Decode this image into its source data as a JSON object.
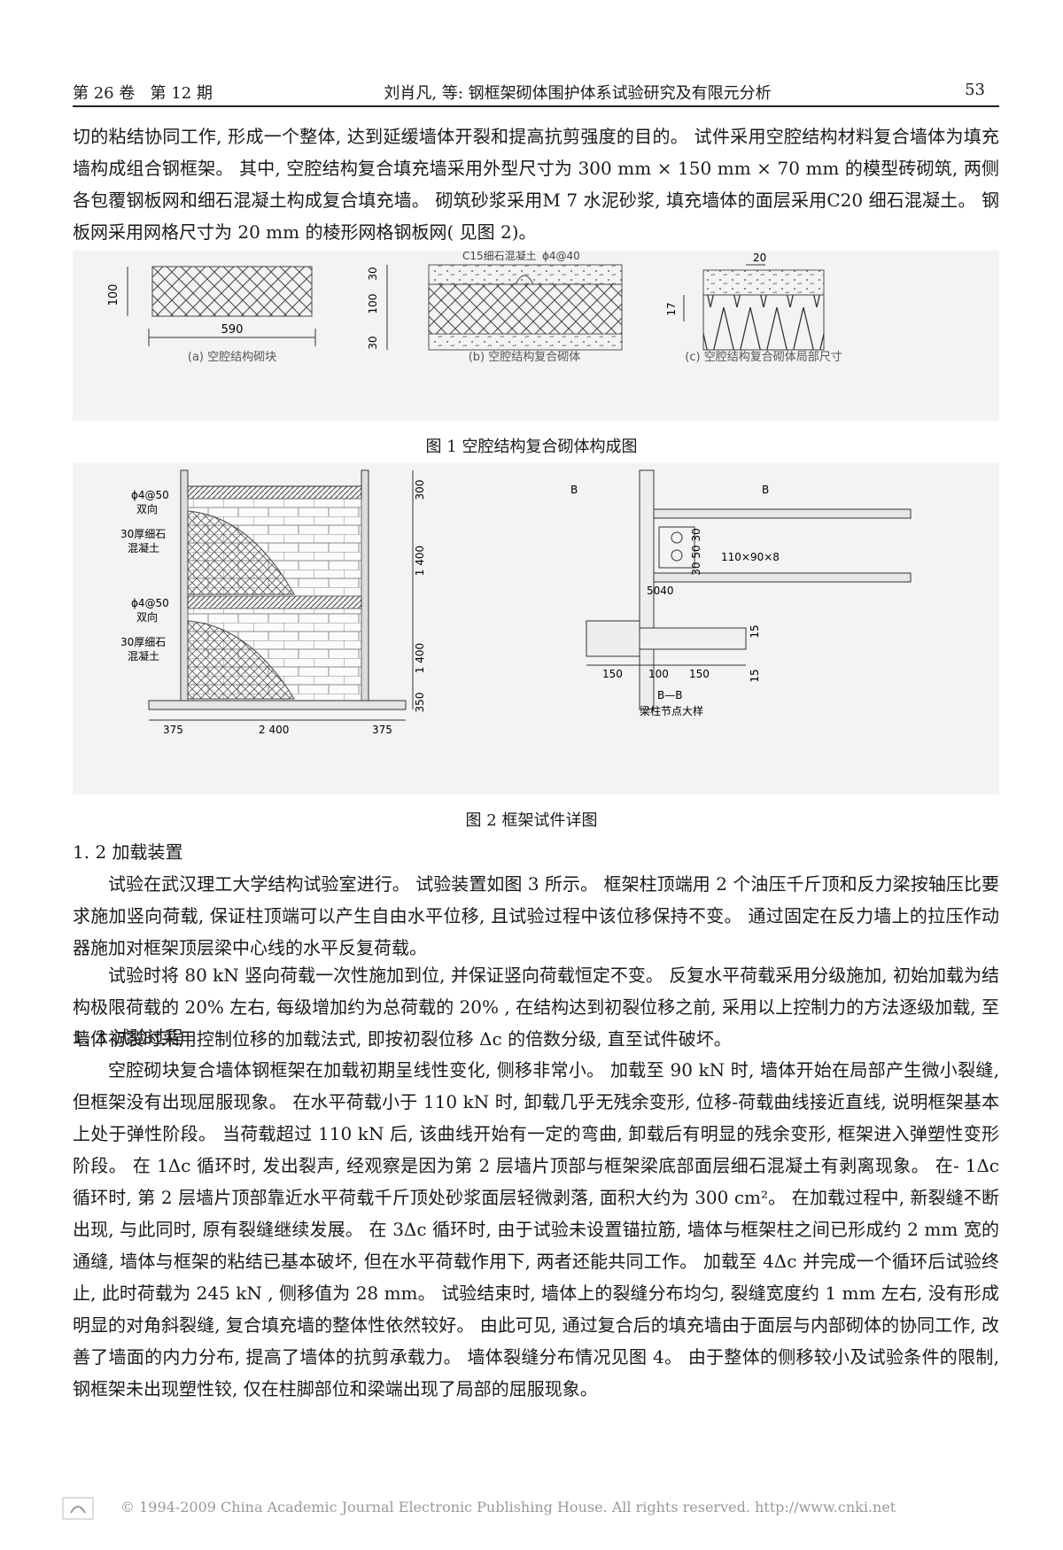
{
  "header": {
    "volume": "第 26 卷",
    "issue": "第 12 期",
    "title": "刘肖凡, 等: 钢框架砌体围护体系试验研究及有限元分析",
    "page": "53"
  },
  "para1": "切的粘结协同工作, 形成一个整体, 达到延缓墙体开裂和提高抗剪强度的目的。 试件采用空腔结构材料复合墙体为填充墙构成组合钢框架。 其中, 空腔结构复合填充墙采用外型尺寸为 300 mm × 150 mm × 70 mm 的模型砖砌筑, 两侧各包覆钢板网和细石混凝土构成复合填充墙。 砌筑砂浆采用M 7 水泥砂浆, 填充墙体的面层采用C20 细石混凝土。 钢板网采用网格尺寸为 20 mm 的棱形网格钢板网( 见图 2)。",
  "figure1": {
    "caption": "图 1    空腔结构复合砌体构成图",
    "sub_a": "(a) 空腔结构砌块",
    "sub_b": "(b) 空腔结构复合砌体",
    "sub_c": "(c) 空腔结构复合砌体局部尺寸",
    "label_concrete": "C15细石混凝土",
    "label_bar": "ϕ4@40",
    "dim_100": "100",
    "dim_590": "590",
    "dim_30": "30",
    "dim_20": "20",
    "dim_17": "17"
  },
  "figure2": {
    "caption": "图 2    框架试件详图",
    "bar1": "ϕ4@50",
    "bidir1": "双向",
    "layer1_a": "30厚细石",
    "layer1_b": "混凝土",
    "bar2": "ϕ4@50",
    "bidir2": "双向",
    "layer2_a": "30厚细石",
    "layer2_b": "混凝土",
    "dim_300": "300",
    "dim_1400a": "1 400",
    "dim_1400b": "1 400",
    "dim_350": "350",
    "dim_375a": "375",
    "dim_2400": "2 400",
    "dim_375b": "375",
    "sec_b1": "B",
    "sec_b2": "B",
    "plate": "110×90×8",
    "dim_305030": "30 50 30",
    "dim_5040": "5040",
    "dim_15a": "15",
    "dim_15b": "15",
    "dim_150a": "150",
    "dim_100": "100",
    "dim_150b": "150",
    "section": "B—B",
    "node_title": "梁柱节点大样"
  },
  "section_1_2": "1. 2    加载装置",
  "para2": "试验在武汉理工大学结构试验室进行。 试验装置如图 3 所示。 框架柱顶端用 2 个油压千斤顶和反力梁按轴压比要求施加竖向荷载, 保证柱顶端可以产生自由水平位移, 且试验过程中该位移保持不变。 通过固定在反力墙上的拉压作动器施加对框架顶层梁中心线的水平反复荷载。",
  "para3": "试验时将 80 kN 竖向荷载一次性施加到位, 并保证竖向荷载恒定不变。 反复水平荷载采用分级施加, 初始加载为结构极限荷载的 20% 左右, 每级增加约为总荷载的 20% , 在结构达到初裂位移之前, 采用以上控制力的方法逐级加载, 至墙体初裂时采用控制位移的加载法式, 即按初裂位移 Δc 的倍数分级, 直至试件破坏。",
  "section_1_3": "1. 3    试验过程",
  "para4": "空腔砌块复合墙体钢框架在加载初期呈线性变化, 侧移非常小。 加载至 90 kN 时, 墙体开始在局部产生微小裂缝, 但框架没有出现屈服现象。 在水平荷载小于 110 kN 时, 卸载几乎无残余变形, 位移-荷载曲线接近直线, 说明框架基本上处于弹性阶段。 当荷载超过 110 kN 后, 该曲线开始有一定的弯曲, 卸载后有明显的残余变形, 框架进入弹塑性变形阶段。 在 1Δc 循环时, 发出裂声, 经观察是因为第 2 层墙片顶部与框架梁底部面层细石混凝土有剥离现象。 在- 1Δc 循环时, 第 2 层墙片顶部靠近水平荷载千斤顶处砂浆面层轻微剥落, 面积大约为 300 cm²。 在加载过程中, 新裂缝不断出现, 与此同时, 原有裂缝继续发展。 在 3Δc 循环时, 由于试验未设置锚拉筋, 墙体与框架柱之间已形成约 2 mm 宽的通缝, 墙体与框架的粘结已基本破坏, 但在水平荷载作用下, 两者还能共同工作。 加载至 4Δc 并完成一个循环后试验终止, 此时荷载为 245 kN , 侧移值为 28 mm。 试验结束时, 墙体上的裂缝分布均匀, 裂缝宽度约 1 mm 左右, 没有形成明显的对角斜裂缝, 复合填充墙的整体性依然较好。 由此可见, 通过复合后的填充墙由于面层与内部砌体的协同工作, 改善了墙面的内力分布, 提高了墙体的抗剪承载力。 墙体裂缝分布情况见图 4。 由于整体的侧移较小及试验条件的限制, 钢框架未出现塑性铰, 仅在柱脚部位和梁端出现了局部的屈服现象。",
  "footer": "© 1994-2009 China Academic Journal Electronic Publishing House. All rights reserved.    http://www.cnki.net"
}
